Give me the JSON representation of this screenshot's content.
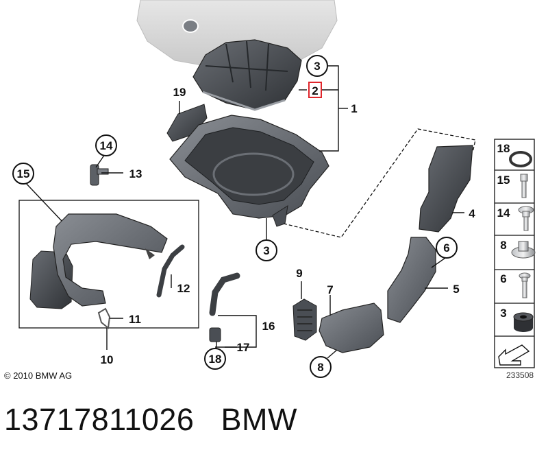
{
  "callouts": {
    "c1": "1",
    "c2": "2",
    "c3a": "3",
    "c3b": "3",
    "c4": "4",
    "c5": "5",
    "c6": "6",
    "c7": "7",
    "c8": "8",
    "c9": "9",
    "c10": "10",
    "c11": "11",
    "c12": "12",
    "c13": "13",
    "c14": "14",
    "c15": "15",
    "c16": "16",
    "c17": "17",
    "c18": "18",
    "c19": "19"
  },
  "sidebar": {
    "items": [
      {
        "num": "18"
      },
      {
        "num": "15"
      },
      {
        "num": "14"
      },
      {
        "num": "8"
      },
      {
        "num": "6"
      },
      {
        "num": "3"
      }
    ]
  },
  "highlight_color": "#e0262b",
  "copyright": "© 2010 BMW AG",
  "diagram_ref": "233508",
  "footer": {
    "part_number": "13717811026",
    "brand": "BMW"
  }
}
